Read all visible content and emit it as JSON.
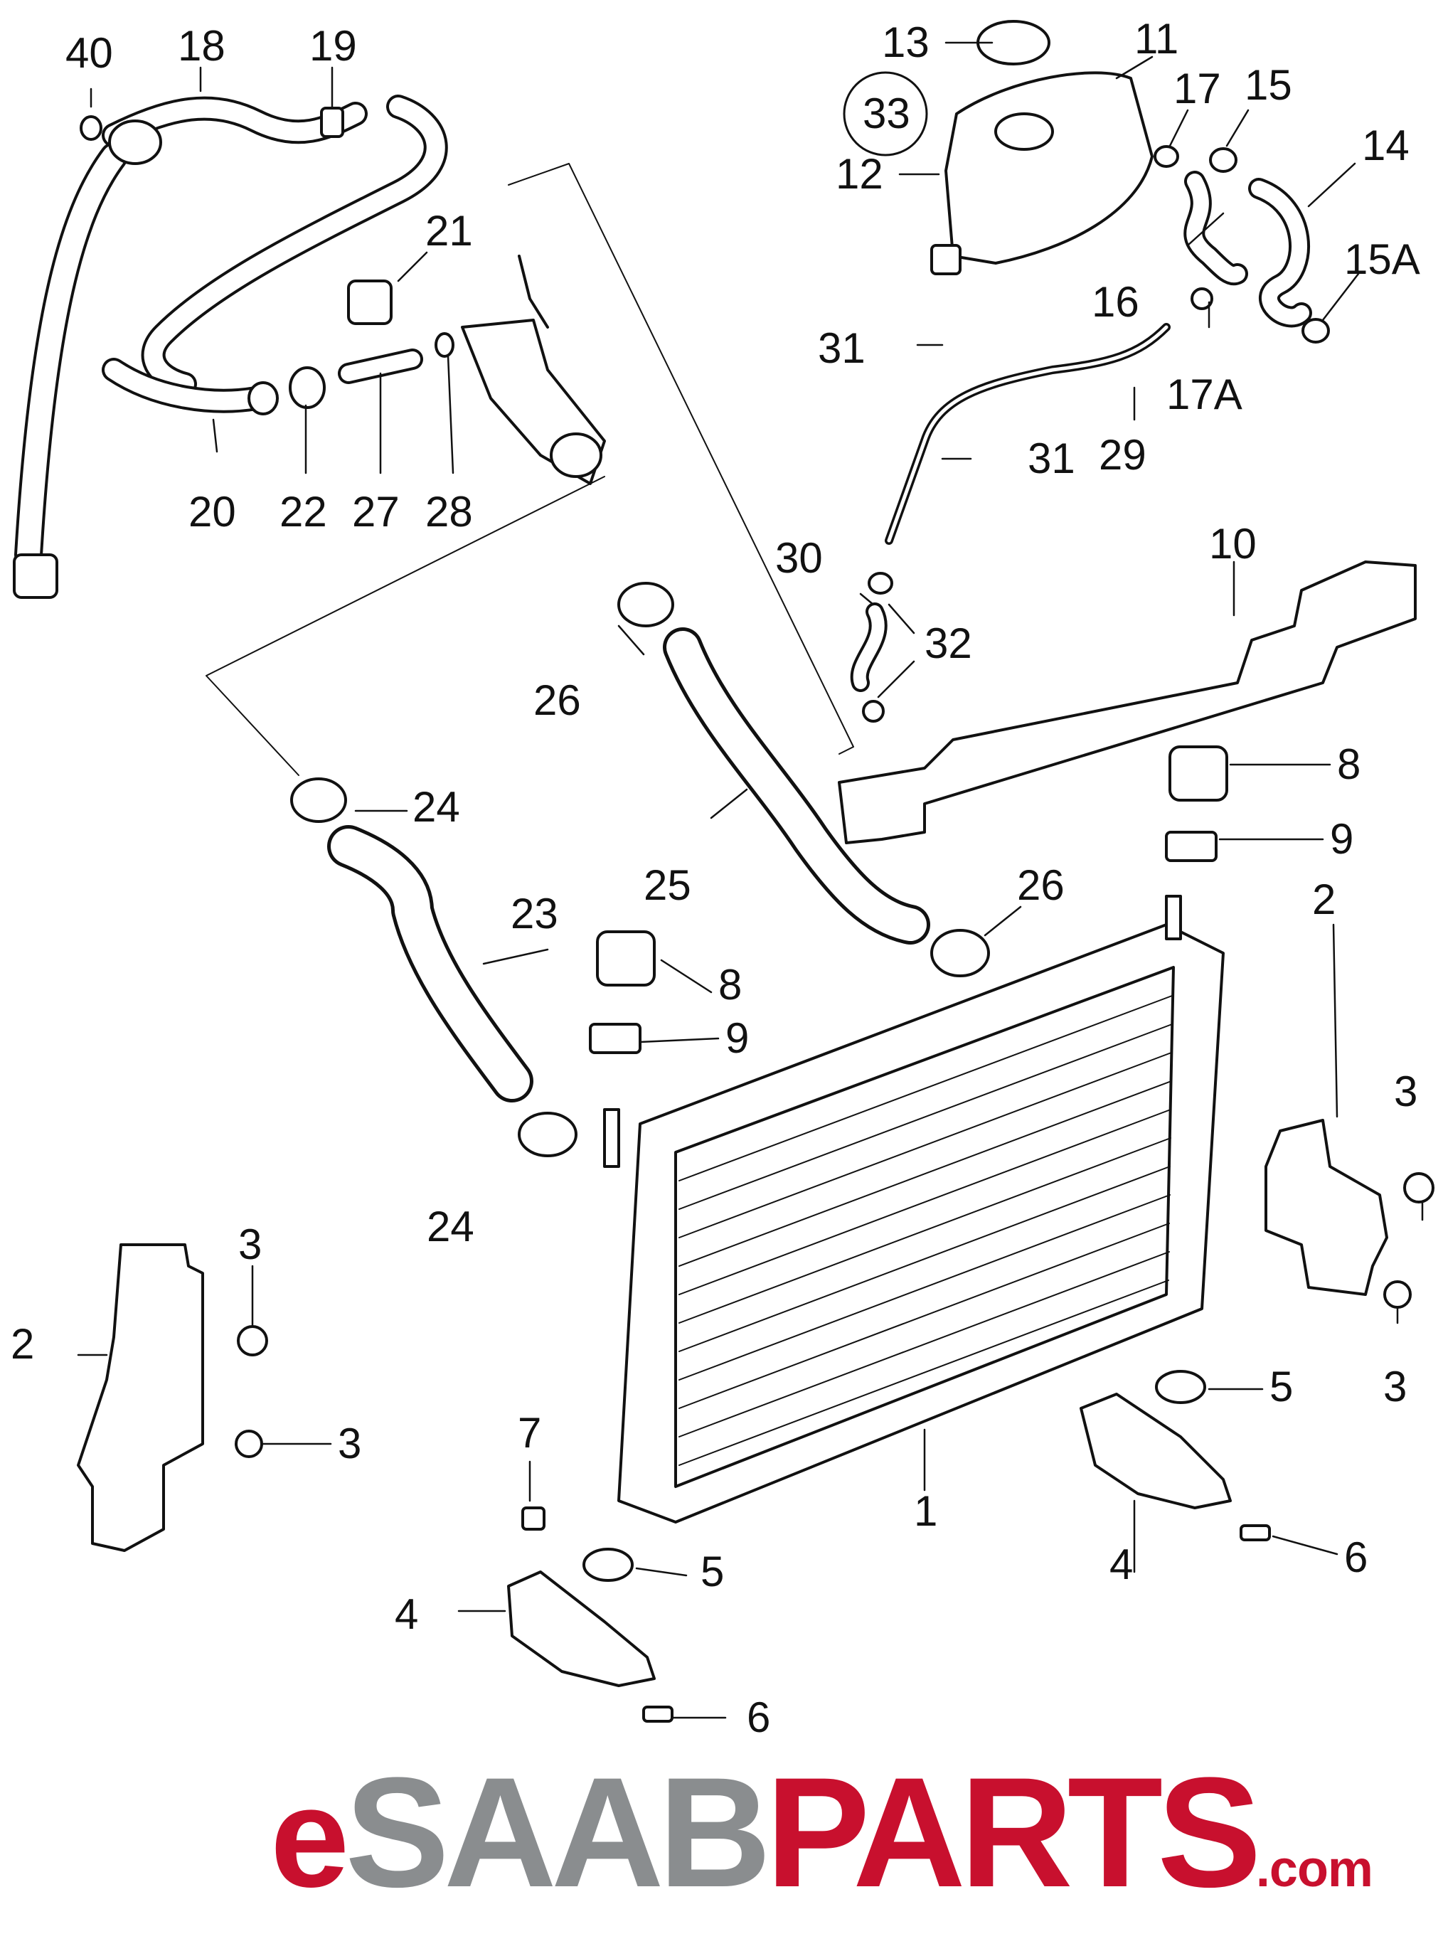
{
  "callouts": [
    "40",
    "18",
    "19",
    "21",
    "20",
    "22",
    "27",
    "28",
    "13",
    "11",
    "33",
    "12",
    "17",
    "15",
    "14",
    "16",
    "15A",
    "31",
    "17A",
    "29",
    "31",
    "30",
    "32",
    "10",
    "26",
    "26",
    "24",
    "8",
    "9",
    "25",
    "23",
    "8",
    "9",
    "26",
    "2",
    "3",
    "24",
    "3",
    "2",
    "3",
    "5",
    "3",
    "7",
    "1",
    "5",
    "4",
    "6",
    "4",
    "6"
  ],
  "logo": {
    "e": "e",
    "saab": "SAAB",
    "parts": "PARTS",
    "com": ".com",
    "color_e": "#c8102e",
    "color_saab": "#8a8d8f",
    "color_parts": "#c8102e"
  }
}
